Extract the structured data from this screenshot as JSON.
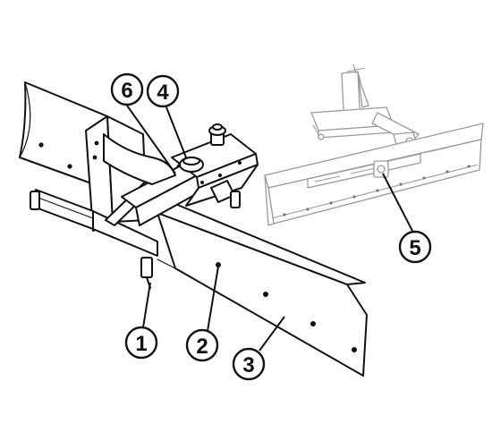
{
  "callouts": [
    {
      "id": "c1",
      "label": "1"
    },
    {
      "id": "c2",
      "label": "2"
    },
    {
      "id": "c3",
      "label": "3"
    },
    {
      "id": "c4",
      "label": "4"
    },
    {
      "id": "c5",
      "label": "5"
    },
    {
      "id": "c6",
      "label": "6"
    }
  ]
}
